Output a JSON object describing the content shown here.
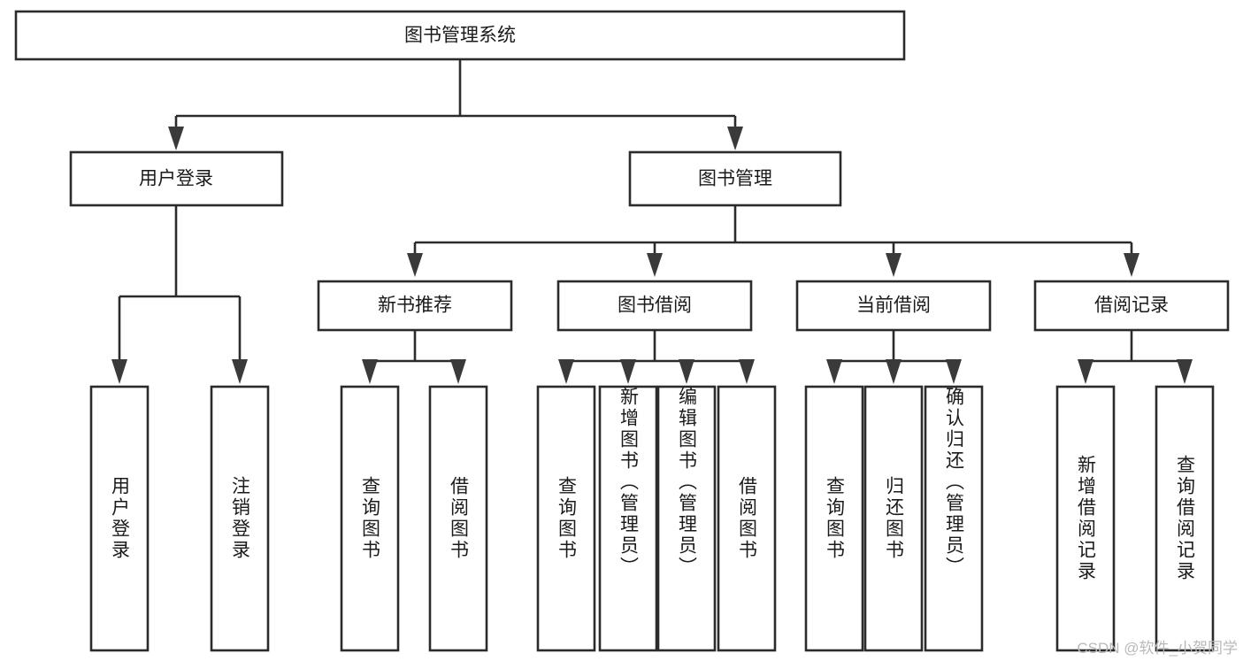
{
  "diagram": {
    "type": "tree-hierarchy",
    "title": "图书管理系统",
    "watermark": "CSDN @软件_小贺同学",
    "colors": {
      "box_fill": "#ffffff",
      "box_stroke": "#2b2b2b",
      "text": "#1a1a1a",
      "arrow": "#3a3a3a",
      "watermark": "#b9b9b9",
      "background": "#ffffff"
    },
    "levels": {
      "root": "图书管理系统",
      "level2": [
        "用户登录",
        "图书管理"
      ],
      "level3": [
        "新书推荐",
        "图书借阅",
        "当前借阅",
        "借阅记录"
      ]
    },
    "nodes": {
      "root": {
        "label": "图书管理系统"
      },
      "user_login": {
        "label": "用户登录"
      },
      "book_manage": {
        "label": "图书管理"
      },
      "new_book_rec": {
        "label": "新书推荐"
      },
      "book_borrow": {
        "label": "图书借阅"
      },
      "current_borrow": {
        "label": "当前借阅"
      },
      "borrow_record": {
        "label": "借阅记录"
      }
    },
    "leaves": {
      "user_login": [
        {
          "label": "用户登录"
        },
        {
          "label": "注销登录"
        }
      ],
      "new_book_rec": [
        {
          "label": "查询图书"
        },
        {
          "label": "借阅图书"
        }
      ],
      "book_borrow": [
        {
          "label": "查询图书"
        },
        {
          "label": "新增图书（管理员）"
        },
        {
          "label": "编辑图书（管理员）"
        },
        {
          "label": "借阅图书"
        }
      ],
      "current_borrow": [
        {
          "label": "查询图书"
        },
        {
          "label": "归还图书"
        },
        {
          "label": "确认归还（管理员）"
        }
      ],
      "borrow_record": [
        {
          "label": "新增借阅记录"
        },
        {
          "label": "查询借阅记录"
        }
      ]
    }
  }
}
